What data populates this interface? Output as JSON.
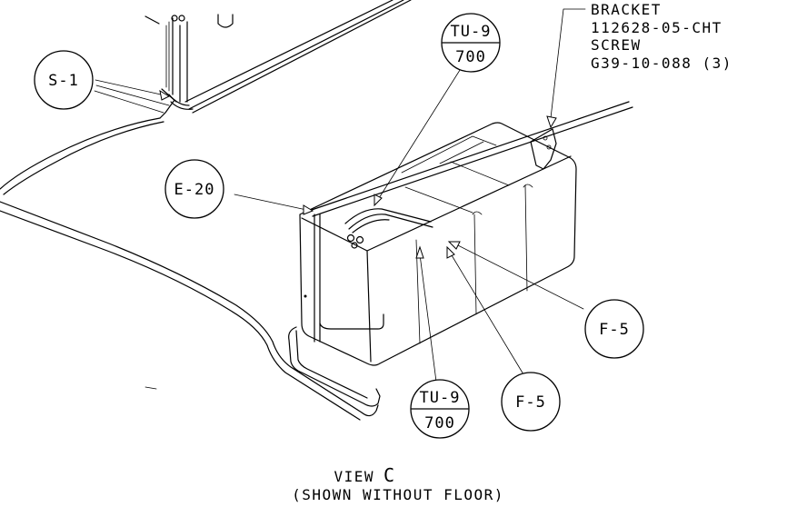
{
  "callouts": {
    "s1": "S-1",
    "e20": "E-20",
    "f5_right": "F-5",
    "f5_bottom": "F-5",
    "tu9_top": {
      "top": "TU-9",
      "bottom": "700"
    },
    "tu9_bottom": {
      "top": "TU-9",
      "bottom": "700"
    }
  },
  "bracket_note": {
    "line1": "BRACKET",
    "line2": "112628-05-CHT",
    "line3": "SCREW",
    "line4": "G39-10-088 (3)"
  },
  "view_title": {
    "title_prefix": "VIEW",
    "title_letter": "C",
    "subtitle": "(SHOWN WITHOUT FLOOR)"
  }
}
